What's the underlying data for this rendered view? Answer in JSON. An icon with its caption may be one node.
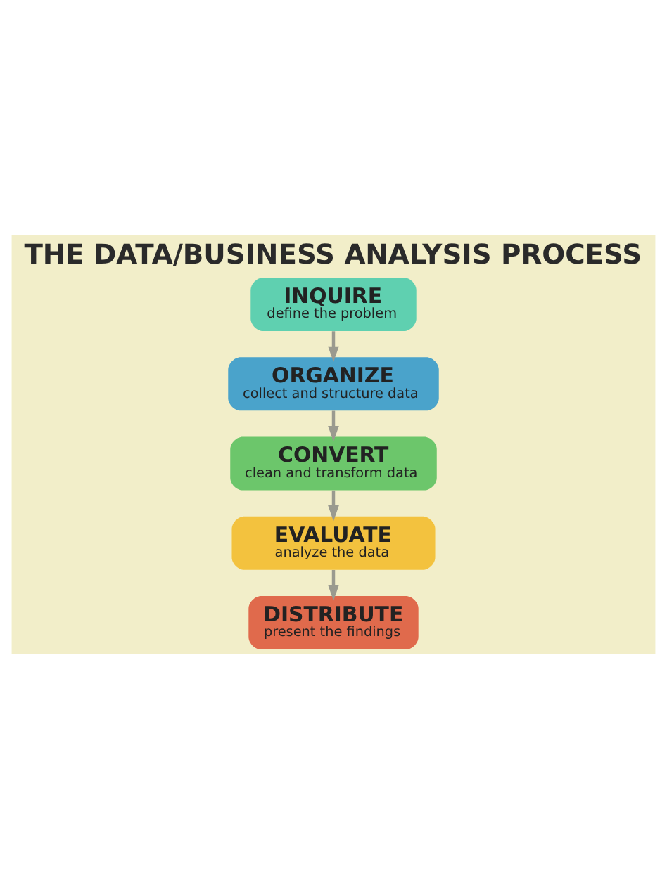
{
  "diagram": {
    "title": "THE DATA/BUSINESS ANALYSIS PROCESS",
    "nodes": [
      {
        "text": [
          "INQUIRE",
          "define the problem"
        ]
      },
      {
        "text": [
          "ORGANIZE",
          "collect and structure data"
        ]
      },
      {
        "text": [
          "CONVERT",
          "clean and transform data"
        ]
      },
      {
        "text": [
          "EVALUATE",
          "analyze the data"
        ]
      },
      {
        "text": [
          "DISTRIBUTE",
          "present the findings"
        ]
      }
    ],
    "edges": [
      {
        "from": 0,
        "to": 1,
        "arrow": "to"
      },
      {
        "from": 1,
        "to": 2,
        "arrow": "to"
      },
      {
        "from": 2,
        "to": 3,
        "arrow": "to"
      },
      {
        "from": 3,
        "to": 4,
        "arrow": "to"
      }
    ]
  }
}
